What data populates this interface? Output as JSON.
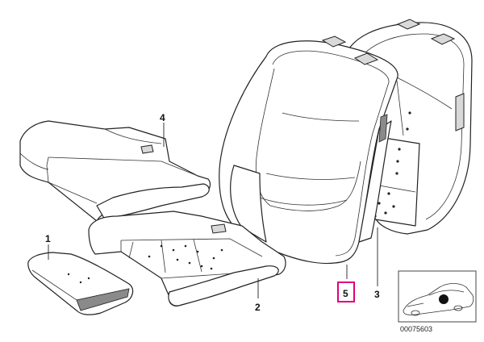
{
  "labels": {
    "part_1": "1",
    "part_2": "2",
    "part_3": "3",
    "part_4": "4",
    "part_5": "5"
  },
  "reference_code": "00075603",
  "colors": {
    "highlight_box": "#e0007a",
    "line": "#222222"
  }
}
